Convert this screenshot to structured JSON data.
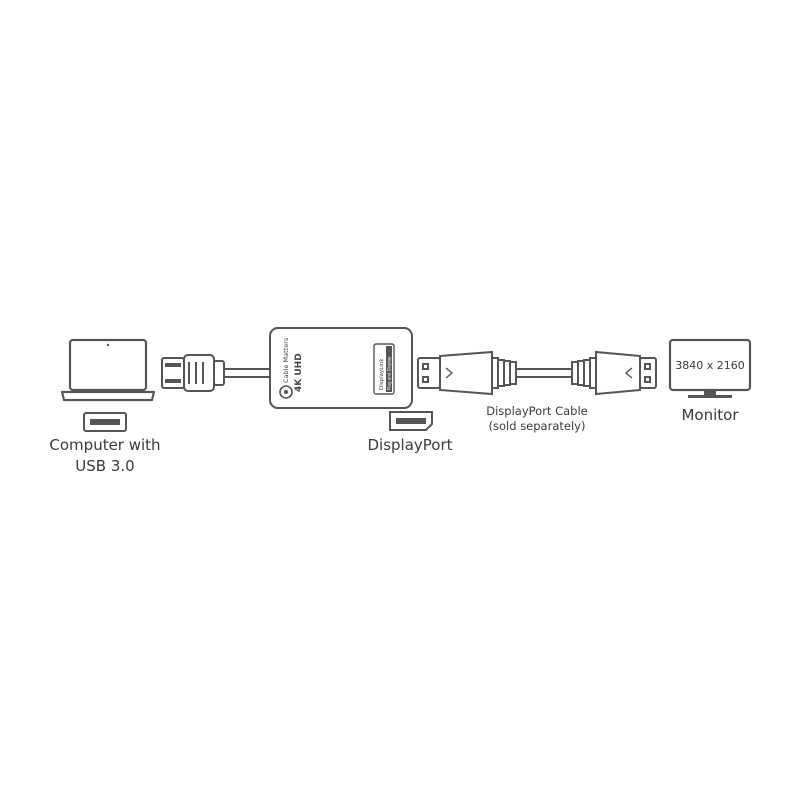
{
  "computer": {
    "label_line1": "Computer with",
    "label_line2": "USB 3.0"
  },
  "adapter": {
    "brand": "Cable Matters",
    "model": "4K UHD",
    "badge_top": "DisplayLink",
    "badge_bottom": "Plug and Display"
  },
  "port": {
    "label": "DisplayPort"
  },
  "cable": {
    "label_line1": "DisplayPort Cable",
    "label_line2": "(sold separately)"
  },
  "monitor": {
    "resolution": "3840 x 2160",
    "label": "Monitor"
  }
}
